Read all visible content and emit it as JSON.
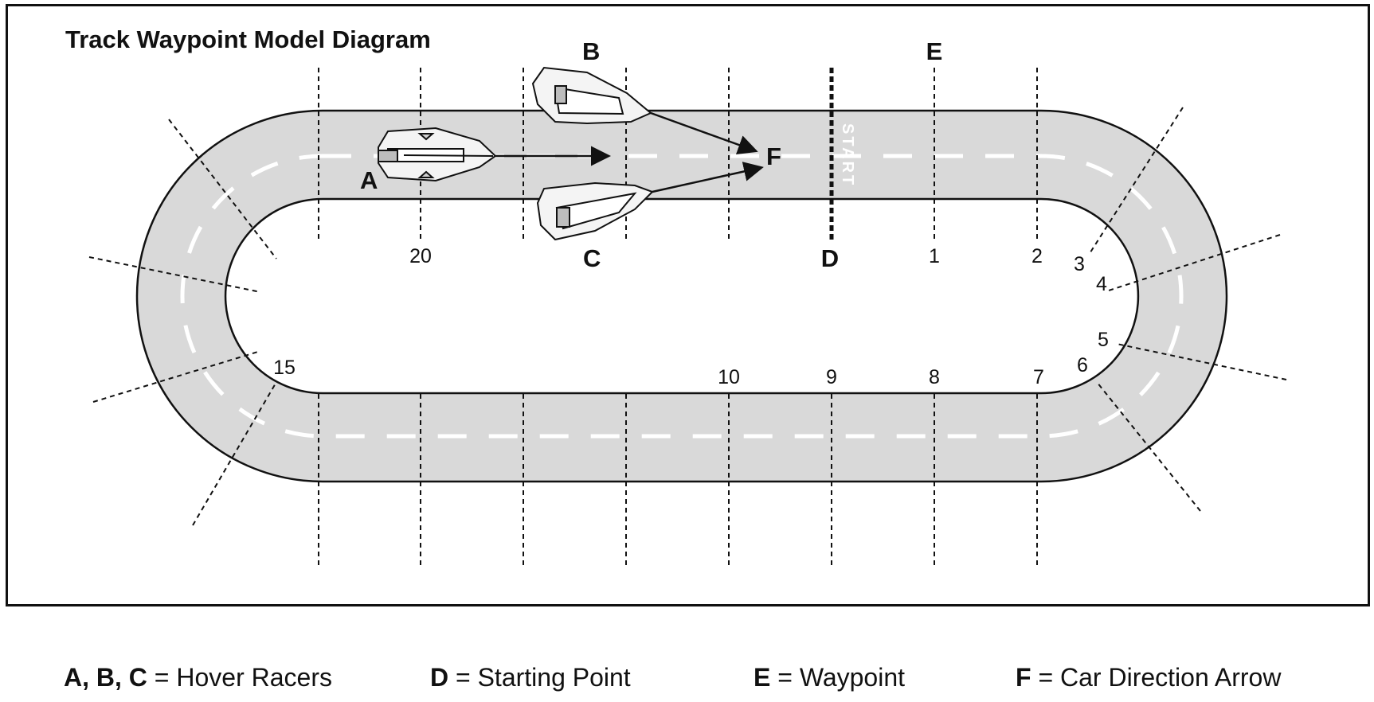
{
  "title": "Track Waypoint Model Diagram",
  "labels": {
    "racer_a": "A",
    "racer_b": "B",
    "racer_c": "C",
    "start_point": "D",
    "waypoint": "E",
    "direction_arrow": "F",
    "start_line_text": "START"
  },
  "waypoint_numbers": {
    "n1": "1",
    "n2": "2",
    "n3": "3",
    "n4": "4",
    "n5": "5",
    "n6": "6",
    "n7": "7",
    "n8": "8",
    "n9": "9",
    "n10": "10",
    "n15": "15",
    "n20": "20"
  },
  "legend": [
    {
      "key": "A, B, C",
      "text": " = Hover Racers"
    },
    {
      "key": "D",
      "text": " = Starting Point"
    },
    {
      "key": "E",
      "text": " = Waypoint"
    },
    {
      "key": "F",
      "text": " = Car Direction Arrow"
    }
  ],
  "colors": {
    "track_fill": "#d9d9d9",
    "outline": "#111111",
    "lane_dash": "#ffffff"
  }
}
